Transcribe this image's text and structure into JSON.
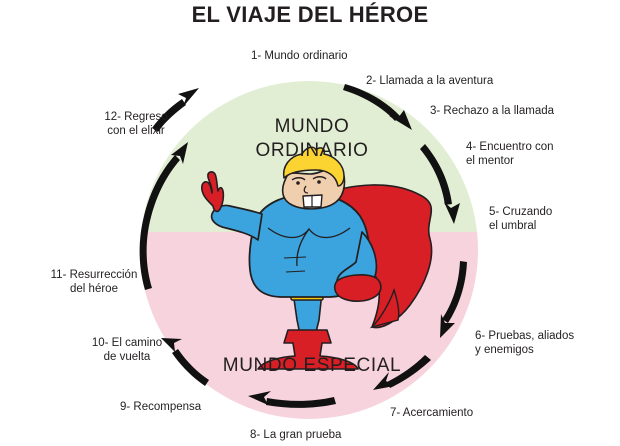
{
  "title": "EL VIAJE DEL HÉROE",
  "colors": {
    "ordinary_world_fill": "#e2eed4",
    "special_world_fill": "#f7d3de",
    "arrow": "#111111",
    "text": "#231f20",
    "suit_blue": "#3ba3dd",
    "cape_red": "#d81f26",
    "hair_yellow": "#fbd431",
    "skin": "#f0cfae",
    "belt_yellow": "#f6c70b",
    "background": "#ffffff"
  },
  "worlds": [
    {
      "id": "ordinary",
      "label": "MUNDO\nORDINARIO"
    },
    {
      "id": "special",
      "label": "MUNDO ESPECIAL"
    }
  ],
  "steps": [
    {
      "number": "1",
      "text": "1- Mundo ordinario"
    },
    {
      "number": "2",
      "text": "2- Llamada a la aventura"
    },
    {
      "number": "3",
      "text": "3- Rechazo a la llamada"
    },
    {
      "number": "4",
      "text": "4- Encuentro con\n    el mentor"
    },
    {
      "number": "5",
      "text": "5- Cruzando\n   el umbral"
    },
    {
      "number": "6",
      "text": "6- Pruebas, aliados\n    y enemigos"
    },
    {
      "number": "7",
      "text": "7- Acercamiento"
    },
    {
      "number": "8",
      "text": "8- La gran prueba"
    },
    {
      "number": "9",
      "text": "9- Recompensa"
    },
    {
      "number": "10",
      "text": "10- El camino\n de vuelta"
    },
    {
      "number": "11",
      "text": "11- Resurrección\n del héroe"
    },
    {
      "number": "12",
      "text": "12- Regreso\n con el elixir"
    }
  ],
  "hero": {
    "alt": "superhero-character"
  }
}
